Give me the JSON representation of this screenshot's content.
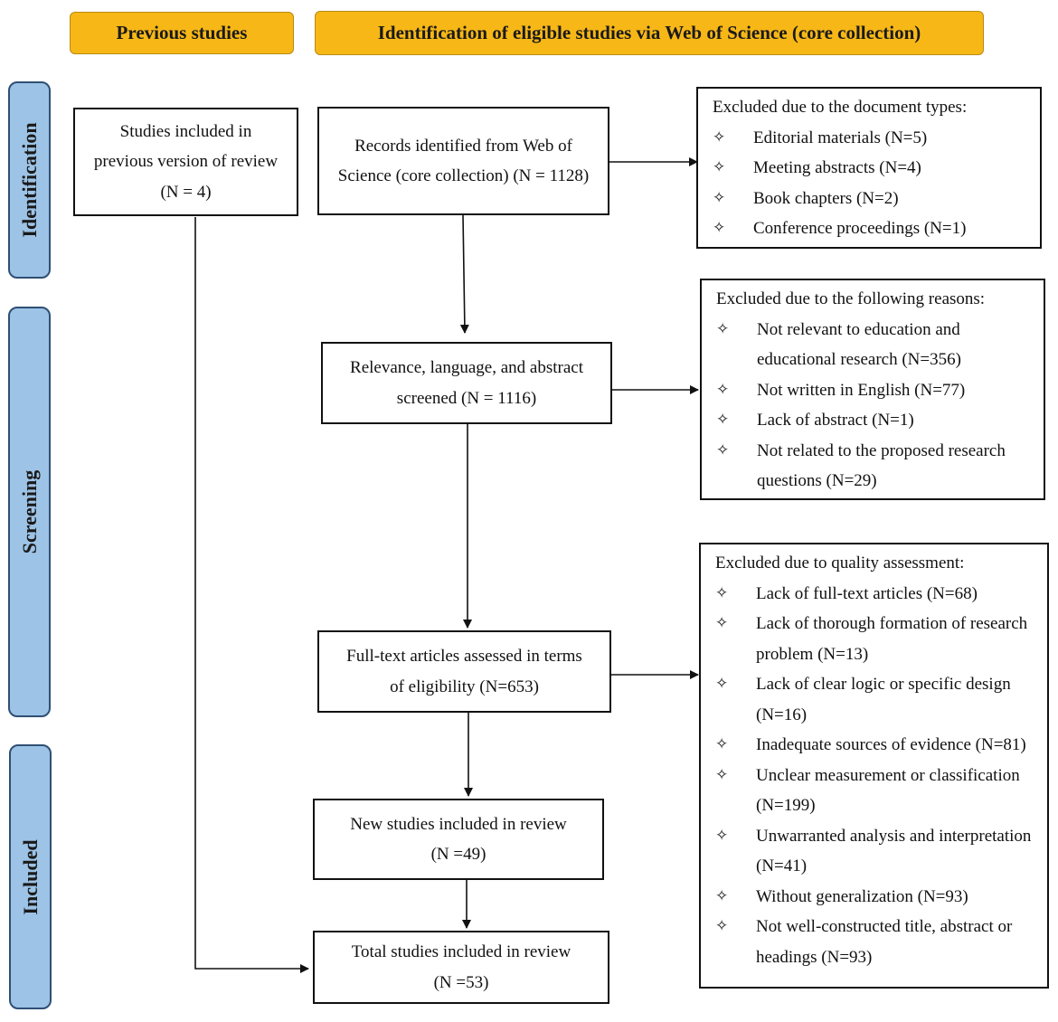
{
  "headers": {
    "previous": "Previous studies",
    "identification": "Identification of eligible studies via Web of Science (core collection)"
  },
  "phases": {
    "identification": "Identification",
    "screening": "Screening",
    "included": "Included"
  },
  "boxes": {
    "previous": [
      "Studies included in",
      "previous version of review",
      "(N = 4)"
    ],
    "records": [
      "Records identified from Web of",
      "Science (core collection) (N = 1128)"
    ],
    "screened": [
      "Relevance, language, and abstract",
      "screened (N = 1116)"
    ],
    "fulltext": [
      "Full-text articles assessed in terms",
      "of eligibility (N=653)"
    ],
    "new_studies": [
      "New studies included in review",
      "(N =49)"
    ],
    "total": [
      "Total studies included in review",
      "(N =53)"
    ]
  },
  "exclusions": {
    "document_types": {
      "title": "Excluded due to the document types:",
      "items": [
        "Editorial materials (N=5)",
        "Meeting abstracts (N=4)",
        "Book chapters (N=2)",
        "Conference proceedings (N=1)"
      ]
    },
    "reasons": {
      "title": "Excluded due to the following reasons:",
      "items": [
        "Not relevant to education and educational research (N=356)",
        "Not written in English (N=77)",
        "Lack of abstract (N=1)",
        "Not related to the proposed research questions (N=29)"
      ]
    },
    "quality": {
      "title": "Excluded due to quality assessment:",
      "items": [
        "Lack of full-text articles (N=68)",
        "Lack of thorough formation of research problem (N=13)",
        "Lack of clear logic or specific design (N=16)",
        "Inadequate sources of evidence (N=81)",
        "Unclear measurement or classification (N=199)",
        "Unwarranted analysis and interpretation (N=41)",
        "Without generalization (N=93)",
        "Not well-constructed title, abstract or headings (N=93)"
      ]
    }
  },
  "bullet_symbol": "✧",
  "colors": {
    "header": "#f7b716",
    "phase": "#9dc3e6",
    "phase_border": "#2f4f74"
  }
}
